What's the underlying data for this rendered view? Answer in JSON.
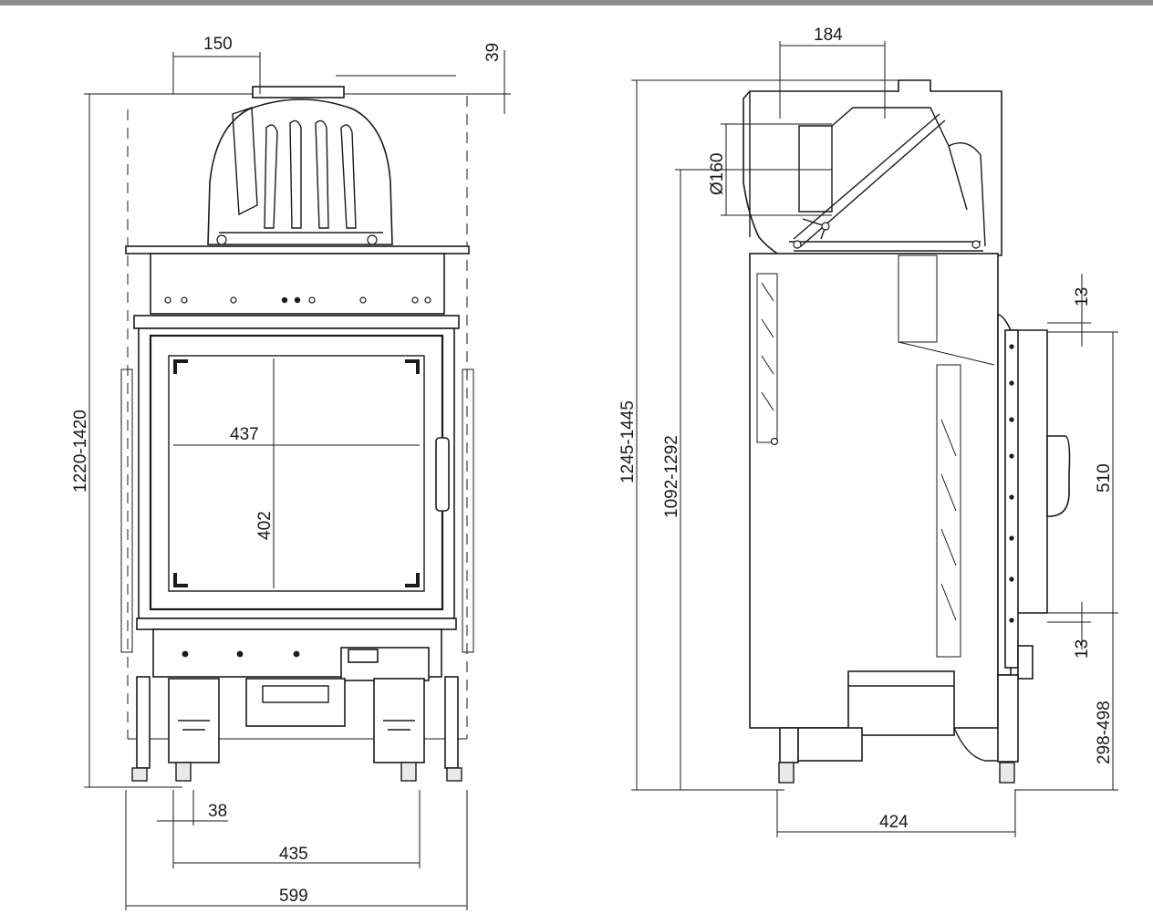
{
  "front_view": {
    "dimensions": {
      "flue_offset": "150",
      "top_height": "39",
      "overall_height": "1220-1420",
      "glass_width": "437",
      "glass_height": "402",
      "foot_width": "38",
      "foot_spacing": "435",
      "overall_width": "599"
    }
  },
  "side_view": {
    "dimensions": {
      "flue_offset": "184",
      "flue_diameter": "Ø160",
      "overall_height": "1245-1445",
      "collar_height": "1092-1292",
      "door_gap_top": "13",
      "door_height": "510",
      "door_gap_bottom": "13",
      "door_base_height": "298-498",
      "depth": "424"
    }
  }
}
